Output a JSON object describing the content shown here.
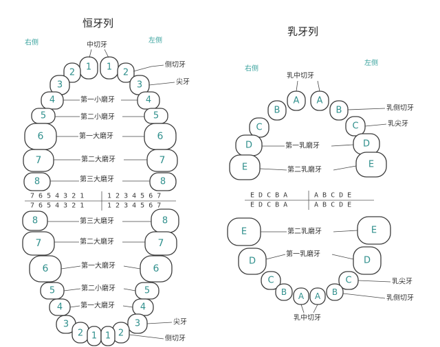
{
  "permanent": {
    "title": "恒牙列",
    "right_side": "右侧",
    "left_side": "左侧",
    "labels": {
      "central_incisor": "中切牙",
      "lateral_incisor": "侧切牙",
      "canine": "尖牙",
      "first_premolar": "第一小磨牙",
      "second_premolar": "第二小磨牙",
      "first_molar": "第一大磨牙",
      "second_molar": "第二大磨牙",
      "third_molar": "第三大磨牙",
      "lower_canine": "尖牙",
      "lower_lateral": "侧切牙"
    },
    "teeth_numbers": [
      "1",
      "2",
      "3",
      "4",
      "5",
      "6",
      "7",
      "8"
    ],
    "grid_top_left": "7 6 5 4 3 2 1",
    "grid_top_right": "1 2 3 4 5 6 7",
    "grid_bottom_left": "7 6 5 4 3 2 1",
    "grid_bottom_right": "1 2 3 4 5 6 7"
  },
  "primary": {
    "title": "乳牙列",
    "right_side": "右侧",
    "left_side": "左侧",
    "labels": {
      "central_incisor": "乳中切牙",
      "lateral_incisor": "乳侧切牙",
      "canine": "乳尖牙",
      "first_molar": "第一乳磨牙",
      "second_molar": "第二乳磨牙",
      "lower_canine": "乳尖牙",
      "lower_lateral": "乳侧切牙",
      "lower_central": "乳中切牙"
    },
    "teeth_letters": [
      "A",
      "B",
      "C",
      "D",
      "E"
    ],
    "grid_top_left": "E  D  C  B  A",
    "grid_top_right": "A  B  C  D  E",
    "grid_bottom_left": "E  D  C  B  A",
    "grid_bottom_right": "A  B  C  D  E"
  }
}
